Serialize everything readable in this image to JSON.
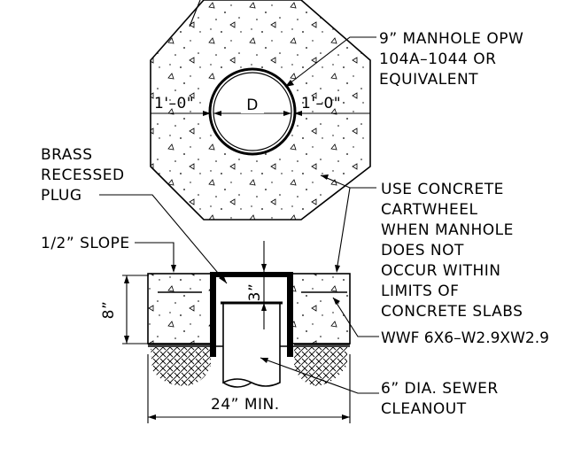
{
  "callouts": {
    "manhole_line1": "9” MANHOLE OPW",
    "manhole_line2": "104A–1044   OR",
    "manhole_line3": "EQUIVALENT",
    "plug_line1": "BRASS",
    "plug_line2": "RECESSED",
    "plug_line3": "PLUG",
    "slope": "1/2” SLOPE",
    "cartwheel_line1": "USE CONCRETE",
    "cartwheel_line2": "CARTWHEEL",
    "cartwheel_line3": "WHEN MANHOLE",
    "cartwheel_line4": "DOES NOT",
    "cartwheel_line5": "OCCUR WITHIN",
    "cartwheel_line6": "LIMITS OF",
    "cartwheel_line7": "CONCRETE SLABS",
    "wwf": "WWF 6X6–W2.9XW2.9",
    "cleanout_line1": "6” DIA. SEWER",
    "cleanout_line2": "CLEANOUT"
  },
  "dimensions": {
    "left_offset": "1'–0\"",
    "right_offset": "1'–0\"",
    "diameter": "D",
    "depth": "3”",
    "thickness": "8”",
    "width": "24” MIN."
  }
}
